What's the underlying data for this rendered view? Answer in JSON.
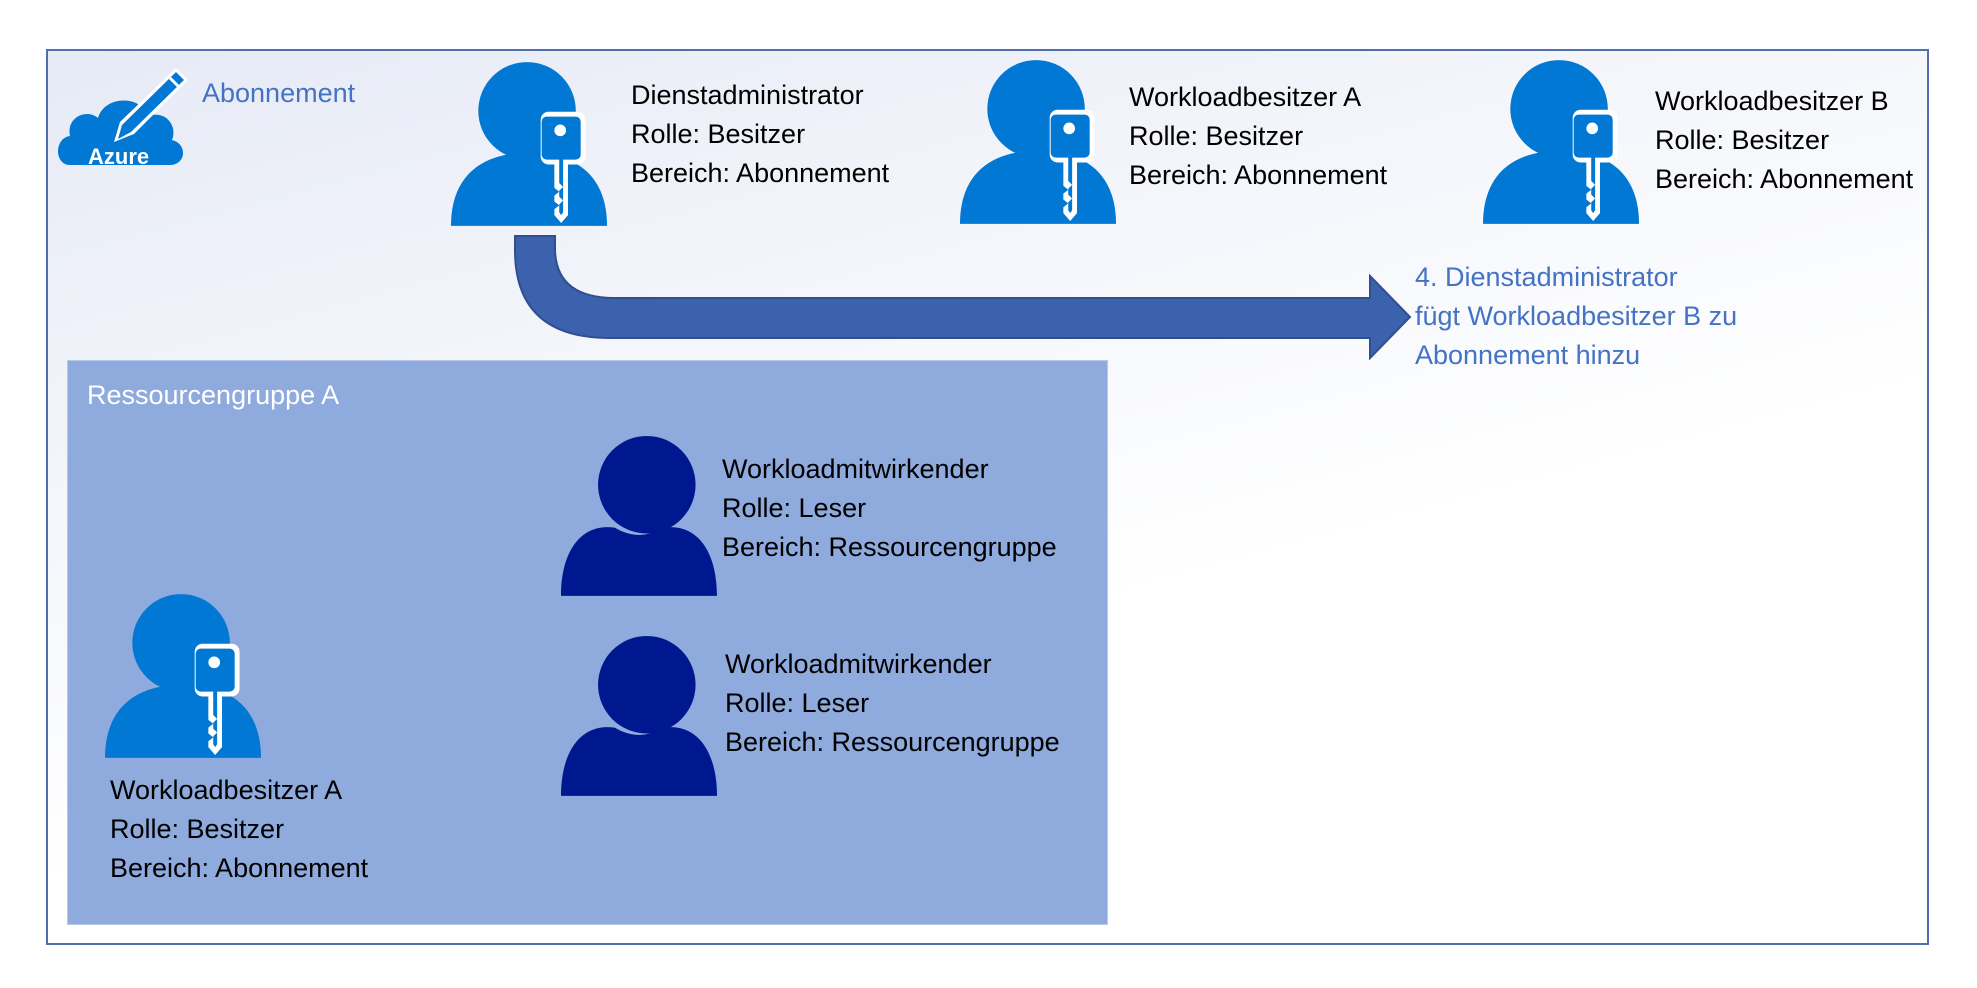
{
  "subscription": {
    "label": "Abonnement",
    "logo_text": "Azure"
  },
  "top_users": [
    {
      "name": "Dienstadministrator",
      "role": "Rolle: Besitzer",
      "scope": "Bereich: Abonnement"
    },
    {
      "name": "Workloadbesitzer A",
      "role": "Rolle: Besitzer",
      "scope": "Bereich: Abonnement"
    },
    {
      "name": "Workloadbesitzer B",
      "role": "Rolle: Besitzer",
      "scope": "Bereich: Abonnement"
    }
  ],
  "step": {
    "line1": "4. Dienstadministrator",
    "line2": "fügt Workloadbesitzer B zu",
    "line3": "Abonnement hinzu"
  },
  "resource_group": {
    "label": "Ressourcengruppe A",
    "owner": {
      "name": "Workloadbesitzer A",
      "role": "Rolle: Besitzer",
      "scope": "Bereich: Abonnement"
    },
    "contributors": [
      {
        "name": "Workloadmitwirkender",
        "role": "Rolle: Leser",
        "scope": "Bereich: Ressourcengruppe"
      },
      {
        "name": "Workloadmitwirkender",
        "role": "Rolle: Leser",
        "scope": "Bereich: Ressourcengruppe"
      }
    ]
  },
  "colors": {
    "frame": "#4f6fb0",
    "owner_icon": "#0078d4",
    "reader_icon": "#00188f",
    "arrow": "#3d62ad",
    "resource_group": "#8faadc",
    "accent_text": "#4472c4"
  }
}
